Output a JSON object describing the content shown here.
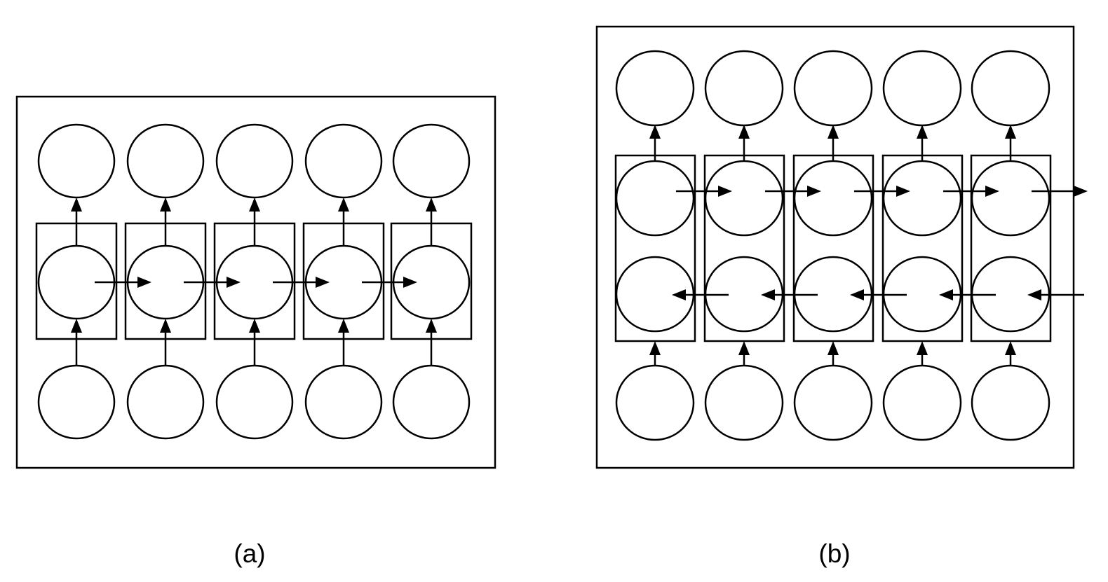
{
  "panels": [
    {
      "id": "a",
      "caption": "(a)",
      "columns": 5,
      "hidden_rows": 1,
      "directions": [
        "forward"
      ]
    },
    {
      "id": "b",
      "caption": "(b)",
      "columns": 5,
      "hidden_rows": 2,
      "directions": [
        "forward",
        "backward"
      ]
    }
  ],
  "colors": {
    "stroke": "#000000",
    "background": "#ffffff"
  }
}
